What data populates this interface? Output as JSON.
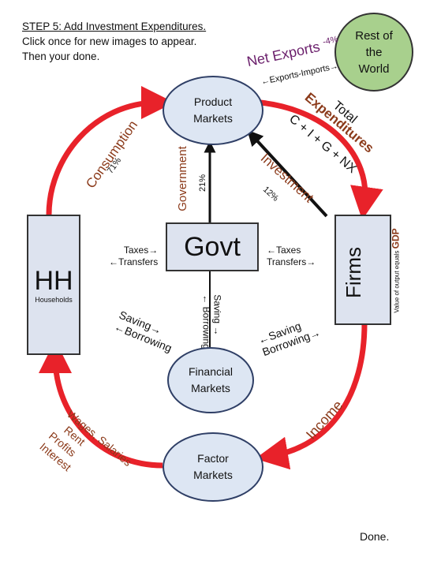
{
  "step": {
    "line1": "STEP 5: Add Investment Expenditures.",
    "line2": "Click once for new images to appear.",
    "line3": "Then your done."
  },
  "rest_of_world": {
    "line1": "Rest of",
    "line2": "the",
    "line3": "World"
  },
  "net_exports": {
    "label": "Net Exports",
    "pct": "-4%",
    "sub": "←Exports-Imports→"
  },
  "product_markets": {
    "line1": "Product",
    "line2": "Markets"
  },
  "financial_markets": {
    "line1": "Financial",
    "line2": "Markets"
  },
  "factor_markets": {
    "line1": "Factor",
    "line2": "Markets"
  },
  "hh": {
    "label": "HH",
    "sub": "Households"
  },
  "firms": {
    "label": "Firms",
    "sub": "Value of output equals",
    "gdp": "GDP"
  },
  "govt": {
    "label": "Govt"
  },
  "consumption": {
    "label": "Consumption",
    "pct": "71%"
  },
  "government_flow": {
    "label": "Government",
    "pct": "21%"
  },
  "investment": {
    "label": "Investment",
    "pct": "12%"
  },
  "total_expenditures": {
    "line1": "Total",
    "line2": "Expenditures",
    "formula": "C + I + G + NX"
  },
  "taxes_left": {
    "line1": "Taxes→",
    "line2": "←Transfers"
  },
  "taxes_right": {
    "line1": "←Taxes",
    "line2": "Transfers→"
  },
  "saving_left": {
    "line1": "Saving→",
    "line2": "←Borrowing"
  },
  "saving_center": {
    "line1": "Saving →",
    "line2": "← Borrowing"
  },
  "saving_right": {
    "line1": "←Saving",
    "line2": "Borrowing→"
  },
  "income": {
    "label": "Income"
  },
  "wages": {
    "line1": "Wages, Salaries",
    "line2": "Rent",
    "line3": "Profits",
    "line4": "Interest"
  },
  "done": {
    "label": "Done."
  },
  "colors": {
    "flow_red": "#e8222a",
    "net_exports_purple": "#6a1e6b",
    "exp_brown": "#8b3a1a",
    "rest_world_green": "#a8d08d",
    "box_fill": "#dde3ef",
    "ellipse_fill": "#dde6f3"
  }
}
